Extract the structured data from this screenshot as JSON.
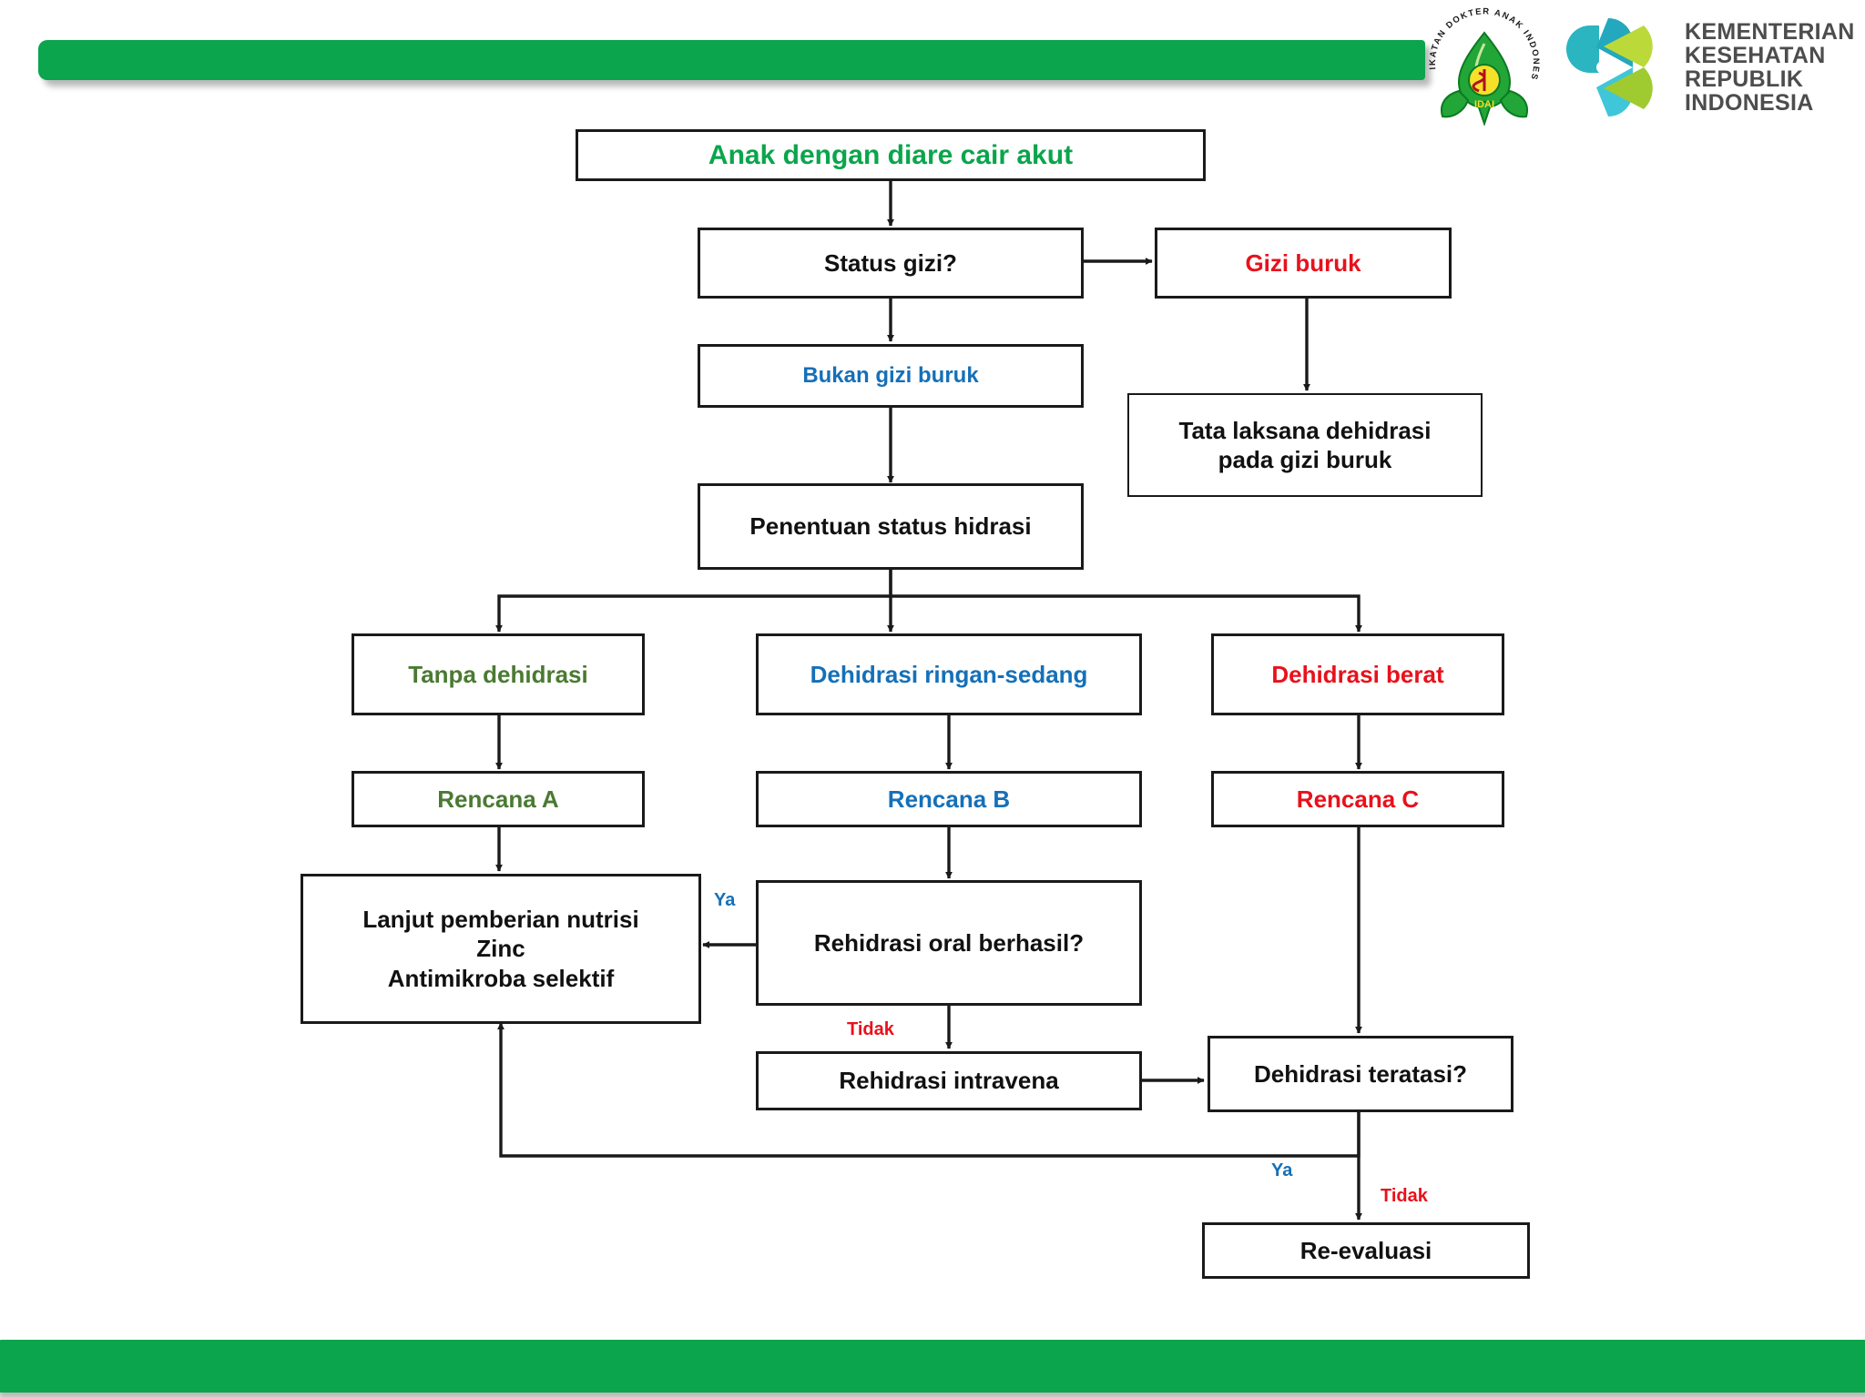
{
  "header": {
    "idai_logo_alt": "IKATAN DOKTER ANAK INDONESIA",
    "idai_ring_text": "IKATAN DOKTER ANAK INDONESIA",
    "idai_abbrev": "IDAI",
    "kemenkes_line1": "KEMENTERIAN",
    "kemenkes_line2": "KESEHATAN",
    "kemenkes_line3": "REPUBLIK",
    "kemenkes_line4": "INDONESIA"
  },
  "colors": {
    "bar_green": "#0aa54c",
    "title_green": "#0aa54c",
    "olive": "#4a7a32",
    "blue": "#1570b8",
    "red": "#e8111b",
    "black": "#111111",
    "box_border": "#1a1a1a"
  },
  "chart_data": {
    "type": "diagram",
    "title": "Anak dengan diare cair akut",
    "nodes": [
      {
        "id": "start",
        "label": "Anak dengan diare cair akut",
        "color": "green"
      },
      {
        "id": "status-gizi",
        "label": "Status gizi?",
        "color": "black"
      },
      {
        "id": "gizi-buruk",
        "label": "Gizi buruk",
        "color": "red"
      },
      {
        "id": "bukan-gizi",
        "label": "Bukan gizi buruk",
        "color": "blue"
      },
      {
        "id": "tata-laksana",
        "label": "Tata laksana dehidrasi\npada gizi buruk",
        "color": "black"
      },
      {
        "id": "penentuan",
        "label": "Penentuan status hidrasi",
        "color": "black"
      },
      {
        "id": "tanpa",
        "label": "Tanpa dehidrasi",
        "color": "olive"
      },
      {
        "id": "ringan",
        "label": "Dehidrasi ringan-sedang",
        "color": "blue"
      },
      {
        "id": "berat",
        "label": "Dehidrasi berat",
        "color": "red"
      },
      {
        "id": "rencana-a",
        "label": "Rencana A",
        "color": "olive"
      },
      {
        "id": "rencana-b",
        "label": "Rencana B",
        "color": "blue"
      },
      {
        "id": "rencana-c",
        "label": "Rencana C",
        "color": "red"
      },
      {
        "id": "lanjut",
        "label": "Lanjut pemberian nutrisi\nZinc\nAntimikroba selektif",
        "color": "black"
      },
      {
        "id": "oral",
        "label": "Rehidrasi oral berhasil?",
        "color": "black"
      },
      {
        "id": "intravena",
        "label": "Rehidrasi intravena",
        "color": "black"
      },
      {
        "id": "teratasi",
        "label": "Dehidrasi teratasi?",
        "color": "black"
      },
      {
        "id": "reevaluasi",
        "label": "Re-evaluasi",
        "color": "black"
      }
    ],
    "edges": [
      {
        "from": "start",
        "to": "status-gizi",
        "label": ""
      },
      {
        "from": "status-gizi",
        "to": "gizi-buruk",
        "label": ""
      },
      {
        "from": "status-gizi",
        "to": "bukan-gizi",
        "label": ""
      },
      {
        "from": "gizi-buruk",
        "to": "tata-laksana",
        "label": ""
      },
      {
        "from": "bukan-gizi",
        "to": "penentuan",
        "label": ""
      },
      {
        "from": "penentuan",
        "to": "tanpa",
        "label": ""
      },
      {
        "from": "penentuan",
        "to": "ringan",
        "label": ""
      },
      {
        "from": "penentuan",
        "to": "berat",
        "label": ""
      },
      {
        "from": "tanpa",
        "to": "rencana-a",
        "label": ""
      },
      {
        "from": "ringan",
        "to": "rencana-b",
        "label": ""
      },
      {
        "from": "berat",
        "to": "rencana-c",
        "label": ""
      },
      {
        "from": "rencana-a",
        "to": "lanjut",
        "label": ""
      },
      {
        "from": "rencana-b",
        "to": "oral",
        "label": ""
      },
      {
        "from": "rencana-c",
        "to": "teratasi",
        "label": ""
      },
      {
        "from": "oral",
        "to": "lanjut",
        "label": "Ya",
        "label_color": "blue"
      },
      {
        "from": "oral",
        "to": "intravena",
        "label": "Tidak",
        "label_color": "red"
      },
      {
        "from": "intravena",
        "to": "teratasi",
        "label": ""
      },
      {
        "from": "teratasi",
        "to": "lanjut",
        "label": "Ya",
        "label_color": "blue"
      },
      {
        "from": "teratasi",
        "to": "reevaluasi",
        "label": "Tidak",
        "label_color": "red"
      }
    ],
    "edge_labels": {
      "oral_yes": "Ya",
      "oral_no": "Tidak",
      "teratasi_yes": "Ya",
      "teratasi_no": "Tidak"
    }
  }
}
